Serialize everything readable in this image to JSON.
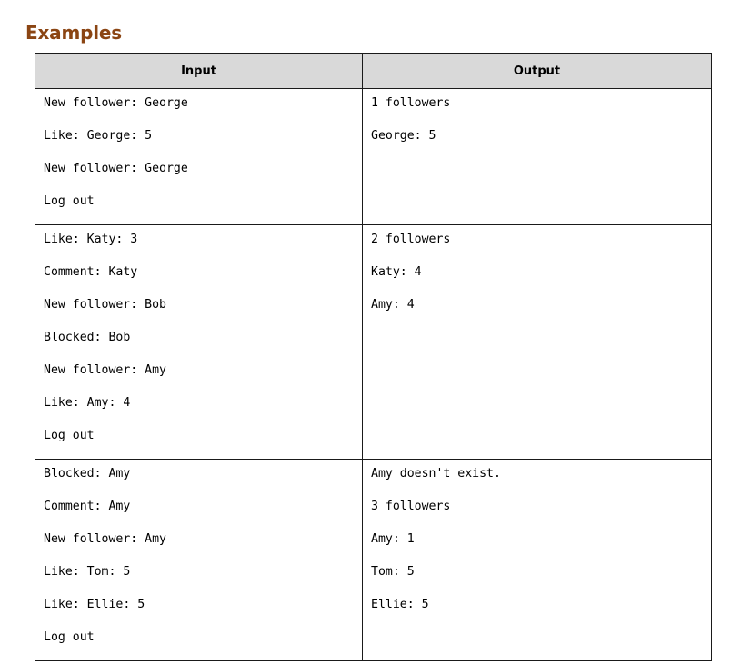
{
  "heading": "Examples",
  "columns": {
    "input": "Input",
    "output": "Output"
  },
  "examples": [
    {
      "input": [
        "New follower: George",
        "Like: George: 5",
        "New follower: George",
        "Log out"
      ],
      "output": [
        "1 followers",
        "George: 5"
      ]
    },
    {
      "input": [
        "Like: Katy: 3",
        "Comment: Katy",
        "New follower: Bob",
        "Blocked: Bob",
        "New follower: Amy",
        "Like: Amy: 4",
        "Log out"
      ],
      "output": [
        "2 followers",
        "Katy: 4",
        "Amy: 4"
      ]
    },
    {
      "input": [
        "Blocked: Amy",
        "Comment: Amy",
        "New follower: Amy",
        "Like: Tom: 5",
        "Like: Ellie: 5",
        "Log out"
      ],
      "output": [
        "Amy doesn't exist.",
        "3 followers",
        "Amy: 1",
        "Tom: 5",
        "Ellie: 5"
      ]
    }
  ],
  "colors": {
    "heading": "#8b4513",
    "header_background": "#d9d9d9",
    "border": "#1a1a1a"
  }
}
